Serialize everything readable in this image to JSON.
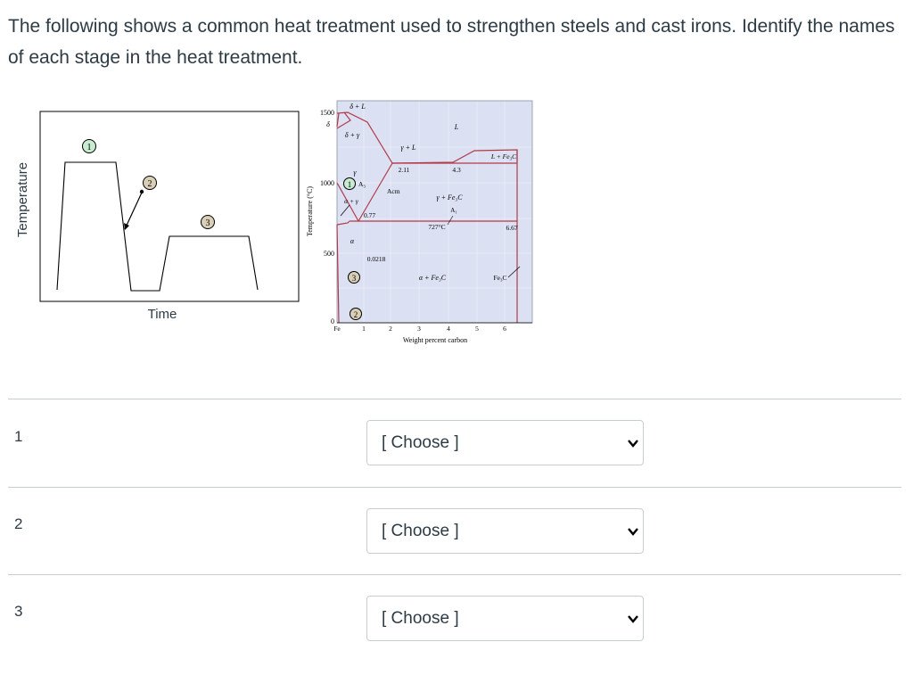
{
  "question": {
    "text": "The following shows a common heat treatment used to strengthen steels and cast irons.  Identify the names of each stage in the heat treatment."
  },
  "figure": {
    "profile": {
      "ylabel": "Temperature",
      "xlabel": "Time",
      "markers": [
        "1",
        "2",
        "3"
      ]
    },
    "phase": {
      "ylabel": "Temperature (°C)",
      "xlabel": "Weight percent carbon",
      "y_ticks": [
        "1500",
        "1000",
        "500",
        "0"
      ],
      "x_ticks": [
        "Fe",
        "1",
        "2",
        "3",
        "4",
        "5",
        "6"
      ],
      "regions": [
        "δ + L",
        "δ",
        "δ + γ",
        "γ + L",
        "L",
        "L + Fe₃C",
        "γ",
        "γ + Fe₃C",
        "α + γ",
        "α",
        "α + Fe₃C",
        "Fe₃C"
      ],
      "labels": [
        "2.11",
        "4.3",
        "A₃",
        "Acm",
        "0.77",
        "A₁",
        "727°C",
        "6.67",
        "0.0218"
      ],
      "markers": [
        "1",
        "2",
        "3"
      ]
    }
  },
  "rows": [
    {
      "number": "1",
      "select_label": "[ Choose ]"
    },
    {
      "number": "2",
      "select_label": "[ Choose ]"
    },
    {
      "number": "3",
      "select_label": "[ Choose ]"
    }
  ],
  "colors": {
    "accent_red": "#c0392b",
    "marker_green": "#c8ecd2",
    "marker_tan": "#d9cfb6",
    "phase_bg": "#dbe1f3"
  }
}
